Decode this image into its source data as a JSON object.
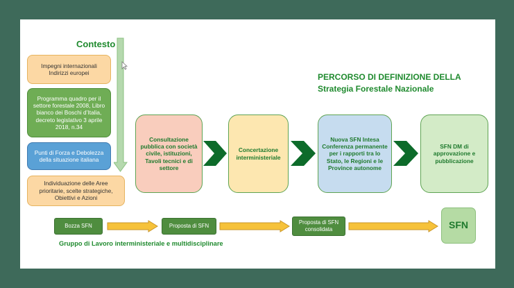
{
  "title": {
    "line1": "PERCORSO DI DEFINIZIONE DELLA",
    "line2": "Strategia Forestale Nazionale"
  },
  "context": {
    "heading": "Contesto",
    "items": [
      {
        "label": "Impegni internazionali\nIndirizzi europei",
        "style": "orange"
      },
      {
        "label": "Programma quadro per il settore forestale 2008, Libro bianco dei Boschi d’Italia, decreto legislativo 3 aprile 2018, n.34",
        "style": "green"
      },
      {
        "label": "Punti di Forza e Debolezza della situazione italiana",
        "style": "blue"
      },
      {
        "label": "Individuazione delle Aree prioritarie, scelte strategiche, Obiettivi e Azioni",
        "style": "orange"
      }
    ]
  },
  "steps": [
    {
      "label": "Consultazione pubblica con società civile, istituzioni, Tavoli tecnici e di settore"
    },
    {
      "label": "Concertazione interministeriale"
    },
    {
      "label": "Nuova SFN Intesa Conferenza permanente per i rapporti tra lo Stato, le Regioni e le Province autonome"
    },
    {
      "label": "SFN DM di approvazione e pubblicazione"
    }
  ],
  "workflow": {
    "stages": [
      "Bozza SFN",
      "Proposta di SFN",
      "Proposta di SFN consolidata"
    ],
    "final": "SFN",
    "group_label": "Gruppo di Lavoro interministeriale e multidisciplinare"
  },
  "colors": {
    "background": "#3e6a5a",
    "title_green": "#1f8a2e",
    "chevron_green": "#0d6b2a",
    "arrow_yellow": "#f6c23a"
  }
}
